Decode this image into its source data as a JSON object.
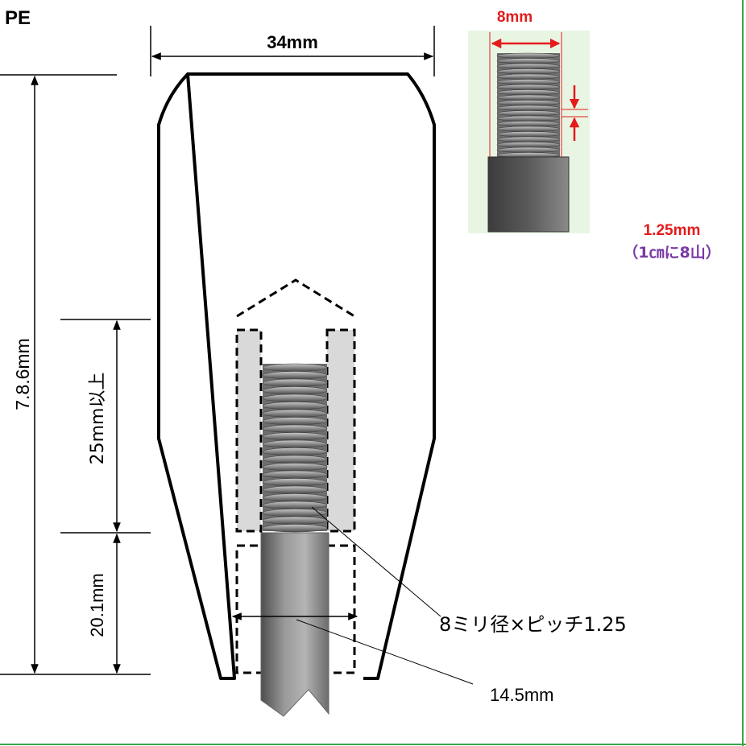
{
  "material_label": "PE",
  "dimensions": {
    "width": "34mm",
    "height": "7.8.6mm",
    "thread_depth": "25mm以上",
    "collar_height": "20.1mm",
    "shaft_width": "14.5mm"
  },
  "thread_callout": "8ミリ径×ピッチ1.25",
  "inset": {
    "diameter": "8mm",
    "pitch": "1.25mm",
    "pitch_note": "（1㎝に8山）"
  },
  "colors": {
    "frame_green": "#3aa64a",
    "inset_bg": "#e9f5e3",
    "red_dim": "#e31b1b",
    "purple_note": "#7a3aa6",
    "insert_gray": "#d9d9d9",
    "rod_gray": "#7f7f7f"
  }
}
